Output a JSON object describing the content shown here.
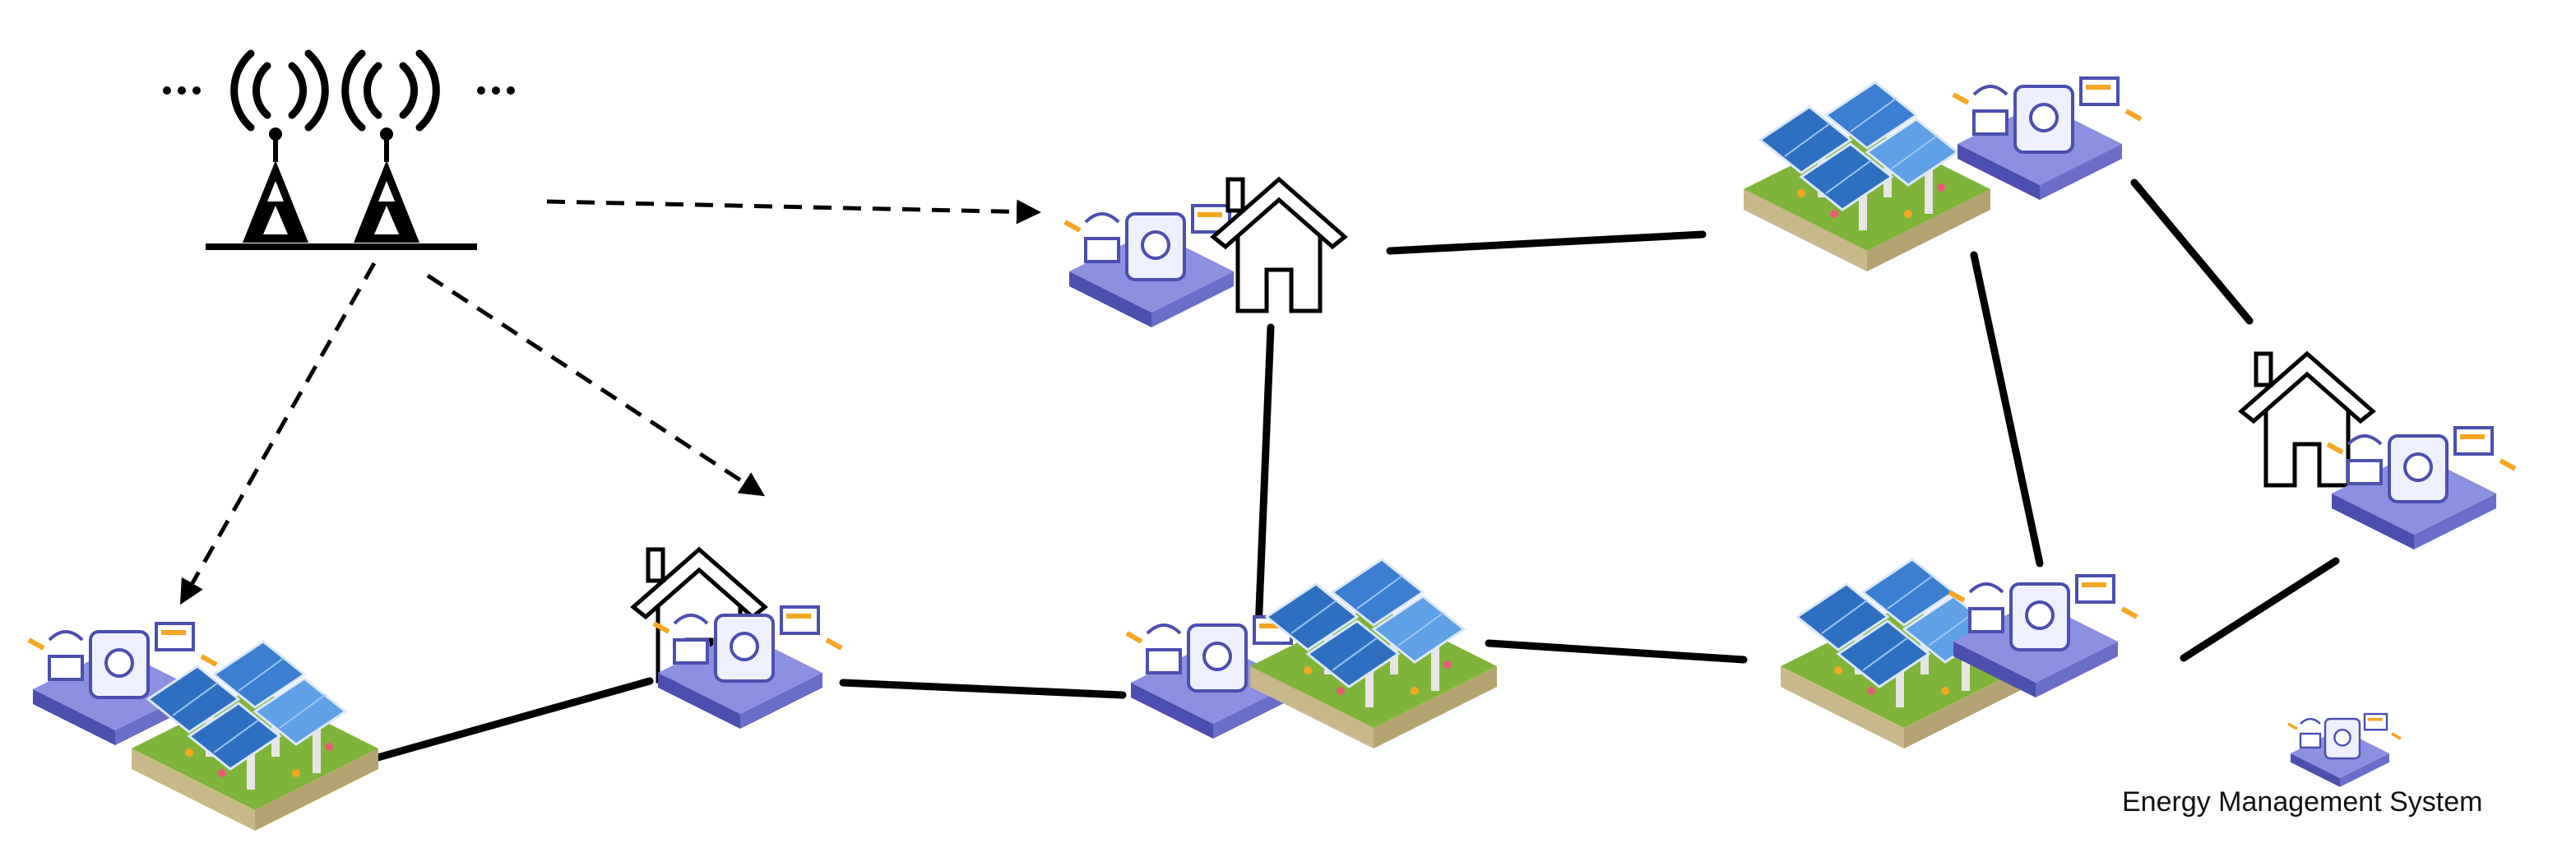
{
  "legend": {
    "label": "Energy Management System",
    "icon": "ems-device-icon"
  },
  "nodes": [
    {
      "id": "tower",
      "kind": "communication-tower"
    },
    {
      "id": "microgrid-1",
      "kind": "solar-farm-with-ems"
    },
    {
      "id": "house-1",
      "kind": "house-with-ems"
    },
    {
      "id": "microgrid-2",
      "kind": "solar-farm-with-ems"
    },
    {
      "id": "house-2",
      "kind": "house-with-ems"
    },
    {
      "id": "microgrid-3",
      "kind": "solar-farm-with-ems"
    },
    {
      "id": "microgrid-4",
      "kind": "solar-farm-with-ems"
    },
    {
      "id": "house-3",
      "kind": "house-with-ems"
    }
  ],
  "wireless_links": [
    [
      "tower",
      "microgrid-1"
    ],
    [
      "tower",
      "house-1"
    ],
    [
      "tower",
      "house-2"
    ]
  ],
  "power_links": [
    [
      "microgrid-1",
      "house-1"
    ],
    [
      "house-1",
      "microgrid-2"
    ],
    [
      "microgrid-2",
      "house-2"
    ],
    [
      "house-2",
      "microgrid-3"
    ],
    [
      "microgrid-2",
      "microgrid-4"
    ],
    [
      "microgrid-3",
      "microgrid-4"
    ],
    [
      "microgrid-3",
      "house-3"
    ],
    [
      "microgrid-4",
      "house-3"
    ]
  ],
  "colors": {
    "panel": "#2f6fc2",
    "panel_light": "#5fa0e6",
    "grass": "#7fb43a",
    "base": "#c9b98a",
    "ems": "#8d8fe0",
    "ems_dark": "#4c4fae",
    "accent": "#f5a623",
    "line": "#000000"
  }
}
